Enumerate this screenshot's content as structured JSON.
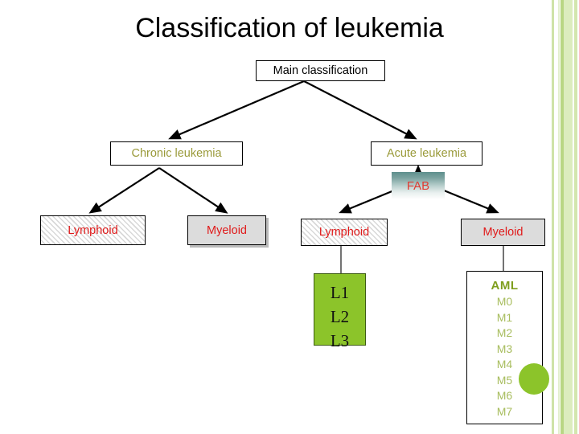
{
  "slide": {
    "title": "Classification of leukemia",
    "background_color": "#ffffff",
    "accent_green": "#8cc42a",
    "olive_text": "#9a9a3a",
    "red_text": "#e01b1b"
  },
  "diagram": {
    "type": "tree",
    "root": {
      "label": "Main classification"
    },
    "branches": [
      {
        "label": "Chronic leukemia"
      },
      {
        "label": "Acute leukemia"
      }
    ],
    "fab": {
      "label": "FAB"
    },
    "lineages": [
      {
        "label": "Lymphoid",
        "parent": "Chronic leukemia",
        "style": "hatched"
      },
      {
        "label": "Myeloid",
        "parent": "Chronic leukemia",
        "style": "gray"
      },
      {
        "label": "Lymphoid",
        "parent": "FAB",
        "style": "hatched"
      },
      {
        "label": "Myeloid",
        "parent": "FAB",
        "style": "gray"
      }
    ],
    "all_subtypes": {
      "all_title": "",
      "items": [
        "L1",
        "L2",
        "L3"
      ]
    },
    "aml_subtypes": {
      "title": "AML",
      "items": [
        "M0",
        "M1",
        "M2",
        "M3",
        "M4",
        "M5",
        "M6",
        "M7"
      ]
    }
  },
  "decor": {
    "circle": "green-circle",
    "stripes": "right-edge-green-stripes"
  }
}
